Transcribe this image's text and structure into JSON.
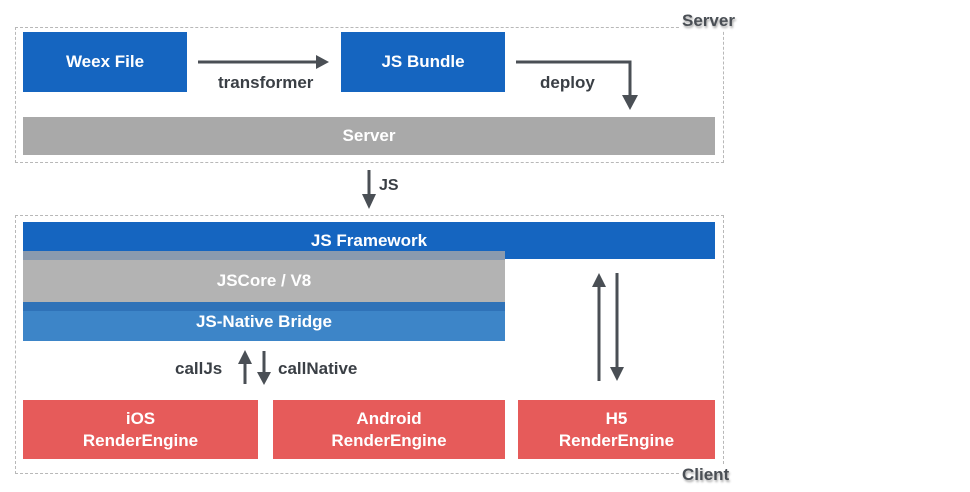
{
  "server_region": {
    "label": "Server",
    "weex_file": "Weex File",
    "transformer": "transformer",
    "js_bundle": "JS Bundle",
    "deploy": "deploy",
    "server_bar": "Server"
  },
  "transfer": {
    "js_label": "JS"
  },
  "client_region": {
    "label": "Client",
    "js_framework": "JS Framework",
    "jscore": "JSCore / V8",
    "bridge": "JS-Native Bridge",
    "call_js": "callJs",
    "call_native": "callNative",
    "engines": [
      {
        "line1": "iOS",
        "line2": "RenderEngine"
      },
      {
        "line1": "Android",
        "line2": "RenderEngine"
      },
      {
        "line1": "H5",
        "line2": "RenderEngine"
      }
    ]
  },
  "colors": {
    "blue": "#1565c0",
    "bridge_blue": "#3d85c8",
    "gray": "#a9a9a9",
    "red": "#e65b5a",
    "arrow": "#4a4f55"
  }
}
